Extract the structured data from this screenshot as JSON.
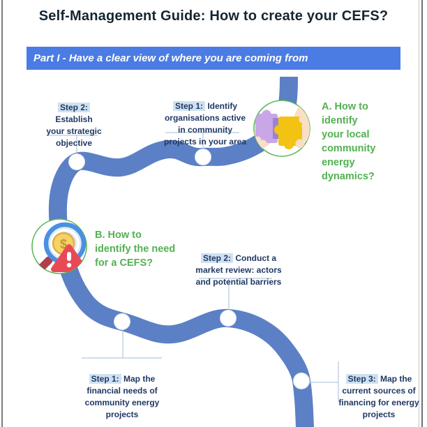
{
  "page": {
    "title": "Self-Management Guide: How to create your CEFS?",
    "part_banner": "Part I - Have a clear view of where you are coming from"
  },
  "colors": {
    "title_text": "#152530",
    "banner_blue": "#4a7ce4",
    "banner_text": "#ffffff",
    "road_blue": "#5b80c5",
    "heading_green": "#52b151",
    "circle_ring_green": "#5cb558",
    "step_text_navy": "#1f3864",
    "step_tag_highlight": "#cfe1f1",
    "callout_line": "#b3c9de",
    "page_border": "#6f6f6f"
  },
  "sections": [
    {
      "id": "A",
      "heading": "A. How to\nidentify\nyour local\ncommunity\nenergy\ndynamics?",
      "icon": "puzzle-hands-icon",
      "steps": [
        {
          "tag": "Step 1:",
          "text": " Identify\norganisations active\nin community\nprojects in your area"
        },
        {
          "tag": "Step 2:",
          "text": "\nEstablish\nyour strategic\nobjective"
        }
      ]
    },
    {
      "id": "B",
      "heading": "B. How to\nidentify the need\nfor a CEFS?",
      "icon": "magnifier-dollar-warning-icon",
      "steps": [
        {
          "tag": "Step 1:",
          "text": " Map the\nfinancial needs of\ncommunity energy\nprojects"
        },
        {
          "tag": "Step 2:",
          "text": " Conduct a\nmarket review: actors\nand potential barriers"
        },
        {
          "tag": "Step 3:",
          "text": " Map the\ncurrent sources of\nfinancing for energy\nprojects"
        }
      ]
    }
  ]
}
